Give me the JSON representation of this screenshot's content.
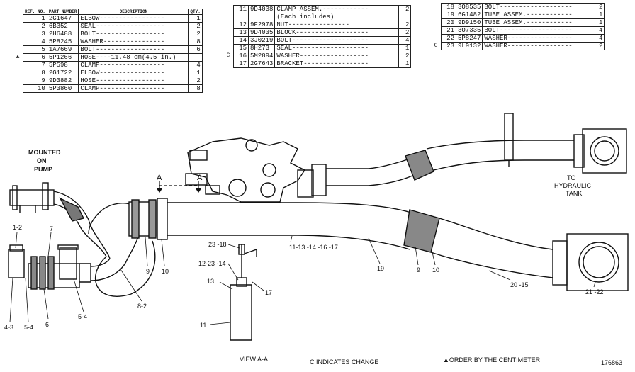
{
  "table1": {
    "headers": {
      "ref": "REF. NO.",
      "part": "PART NUMBER",
      "desc": "DESCRIPTION",
      "qty": "QTY."
    },
    "rows": [
      {
        "mark": "",
        "ref": "1",
        "part": "2G1647",
        "desc": "ELBOW-----------------",
        "qty": "1"
      },
      {
        "mark": "",
        "ref": "2",
        "part": "6B352",
        "desc": "SEAL------------------",
        "qty": "2"
      },
      {
        "mark": "",
        "ref": "3",
        "part": "2H6488",
        "desc": "BOLT------------------",
        "qty": "2"
      },
      {
        "mark": "",
        "ref": "4",
        "part": "5P8245",
        "desc": "WASHER----------------",
        "qty": "8"
      },
      {
        "mark": "",
        "ref": "5",
        "part": "1A7669",
        "desc": "BOLT------------------",
        "qty": "6"
      },
      {
        "mark": "▲",
        "ref": "6",
        "part": "5P1266",
        "desc": "HOSE----11.48 cm(4.5 in.)",
        "qty": ""
      },
      {
        "mark": "",
        "ref": "7",
        "part": "5P598",
        "desc": "CLAMP-----------------",
        "qty": "4"
      },
      {
        "mark": "",
        "ref": "8",
        "part": "2G1722",
        "desc": "ELBOW-----------------",
        "qty": "1"
      },
      {
        "mark": "",
        "ref": "9",
        "part": "9D3882",
        "desc": "HOSE------------------",
        "qty": "2"
      },
      {
        "mark": "",
        "ref": "10",
        "part": "5P3860",
        "desc": "CLAMP-----------------",
        "qty": "8"
      }
    ]
  },
  "table2": {
    "rows": [
      {
        "mark": "",
        "ref": "11",
        "part": "9D4038",
        "desc": "CLAMP ASSEM.------------",
        "qty": "2"
      },
      {
        "mark": "",
        "ref": "",
        "part": "",
        "desc": "(Each includes)",
        "qty": ""
      },
      {
        "mark": "",
        "ref": "12",
        "part": "9F2978",
        "desc": "NUT----------------",
        "qty": "2"
      },
      {
        "mark": "",
        "ref": "13",
        "part": "9D4035",
        "desc": "BLOCK-------------------",
        "qty": "2"
      },
      {
        "mark": "",
        "ref": "14",
        "part": "3J0219",
        "desc": "BOLT--------------------",
        "qty": "4"
      },
      {
        "mark": "",
        "ref": "15",
        "part": "8H273",
        "desc": "SEAL--------------------",
        "qty": "1"
      },
      {
        "mark": "C",
        "ref": "16",
        "part": "5M2894",
        "desc": "WASHER------------------",
        "qty": "2"
      },
      {
        "mark": "",
        "ref": "17",
        "part": "2G7643",
        "desc": "BRACKET-----------------",
        "qty": "1"
      }
    ]
  },
  "table3": {
    "rows": [
      {
        "mark": "",
        "ref": "18",
        "part": "3O8535",
        "desc": "BOLT-------------------",
        "qty": "2"
      },
      {
        "mark": "",
        "ref": "19",
        "part": "6G1482",
        "desc": "TUBE ASSEM.------------",
        "qty": "1"
      },
      {
        "mark": "",
        "ref": "20",
        "part": "9D9150",
        "desc": "TUBE ASSEM.------------",
        "qty": "1"
      },
      {
        "mark": "",
        "ref": "21",
        "part": "3O7335",
        "desc": "BOLT-------------------",
        "qty": "4"
      },
      {
        "mark": "",
        "ref": "22",
        "part": "5P8247",
        "desc": "WASHER-----------------",
        "qty": "4"
      },
      {
        "mark": "C",
        "ref": "23",
        "part": "9L9132",
        "desc": "WASHER-----------------",
        "qty": "2"
      }
    ]
  },
  "labels": {
    "mounted_on_pump": [
      "MOUNTED",
      "ON",
      "PUMP"
    ],
    "to_tank": [
      "TO",
      "HYDRAULIC",
      "TANK"
    ],
    "section_a_left": "A",
    "section_a_right": "A",
    "c1_2": "1-2",
    "c7": "7",
    "c4_3": "4-3",
    "c5_4a": "5-4",
    "c6": "6",
    "c5_4b": "5-4",
    "c8_2": "8-2",
    "c9a": "9",
    "c10a": "10",
    "c23_18": "23 -18",
    "c12_23_14": "12-23 -14",
    "c13": "13",
    "c17": "17",
    "c11": "11",
    "c11_group": "11-13 -14 -16 -17",
    "c19": "19",
    "c9b": "9",
    "c10b": "10",
    "c20_15": "20 -15",
    "c21_22": "21 -22"
  },
  "footer": {
    "view": "VIEW A-A",
    "change": "C INDICATES CHANGE",
    "order": "▲ORDER BY THE CENTIMETER",
    "number": "176863"
  }
}
